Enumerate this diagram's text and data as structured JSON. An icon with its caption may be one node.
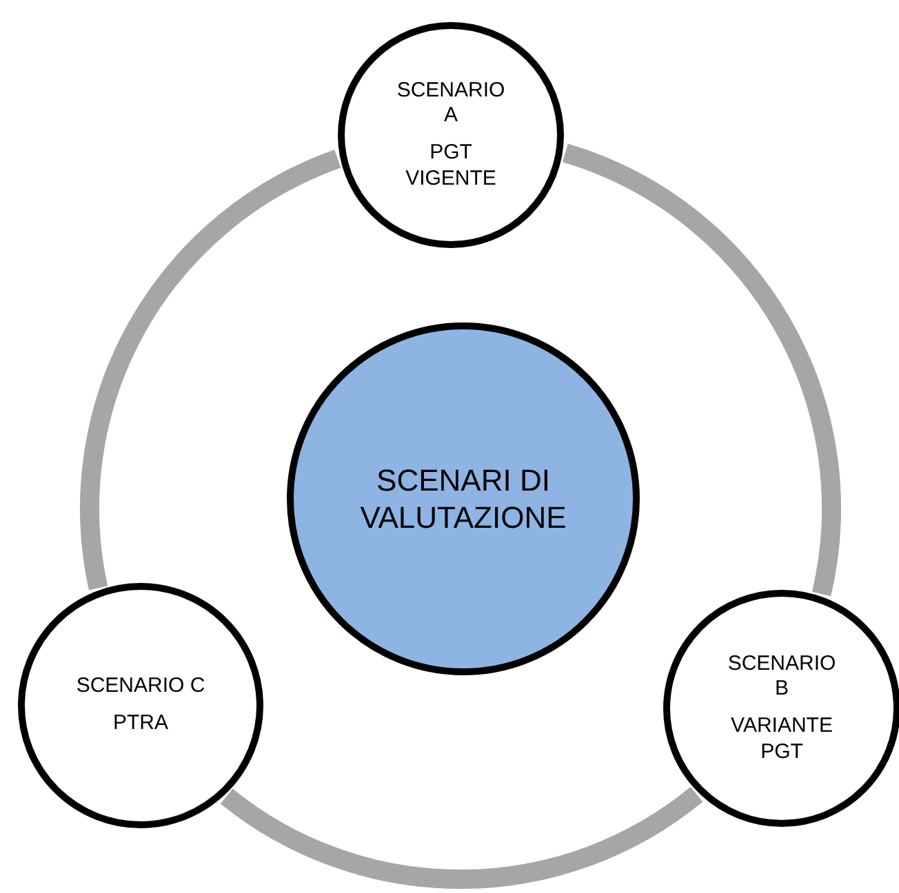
{
  "diagram": {
    "nodes": [
      {
        "text": [
          "SCENARIO A",
          "PGT VIGENTE"
        ]
      },
      {
        "text": [
          "SCENARI DI VALUTAZIONE"
        ]
      },
      {
        "text": [
          "SCENARIO C",
          "PTRA"
        ]
      },
      {
        "text": [
          "SCENARIO B",
          "VARIANTE PGT"
        ]
      }
    ],
    "edges": [
      {
        "from": 0,
        "to": 3,
        "arrow": "none"
      },
      {
        "from": 3,
        "to": 2,
        "arrow": "none"
      },
      {
        "from": 2,
        "to": 0,
        "arrow": "none"
      }
    ]
  }
}
